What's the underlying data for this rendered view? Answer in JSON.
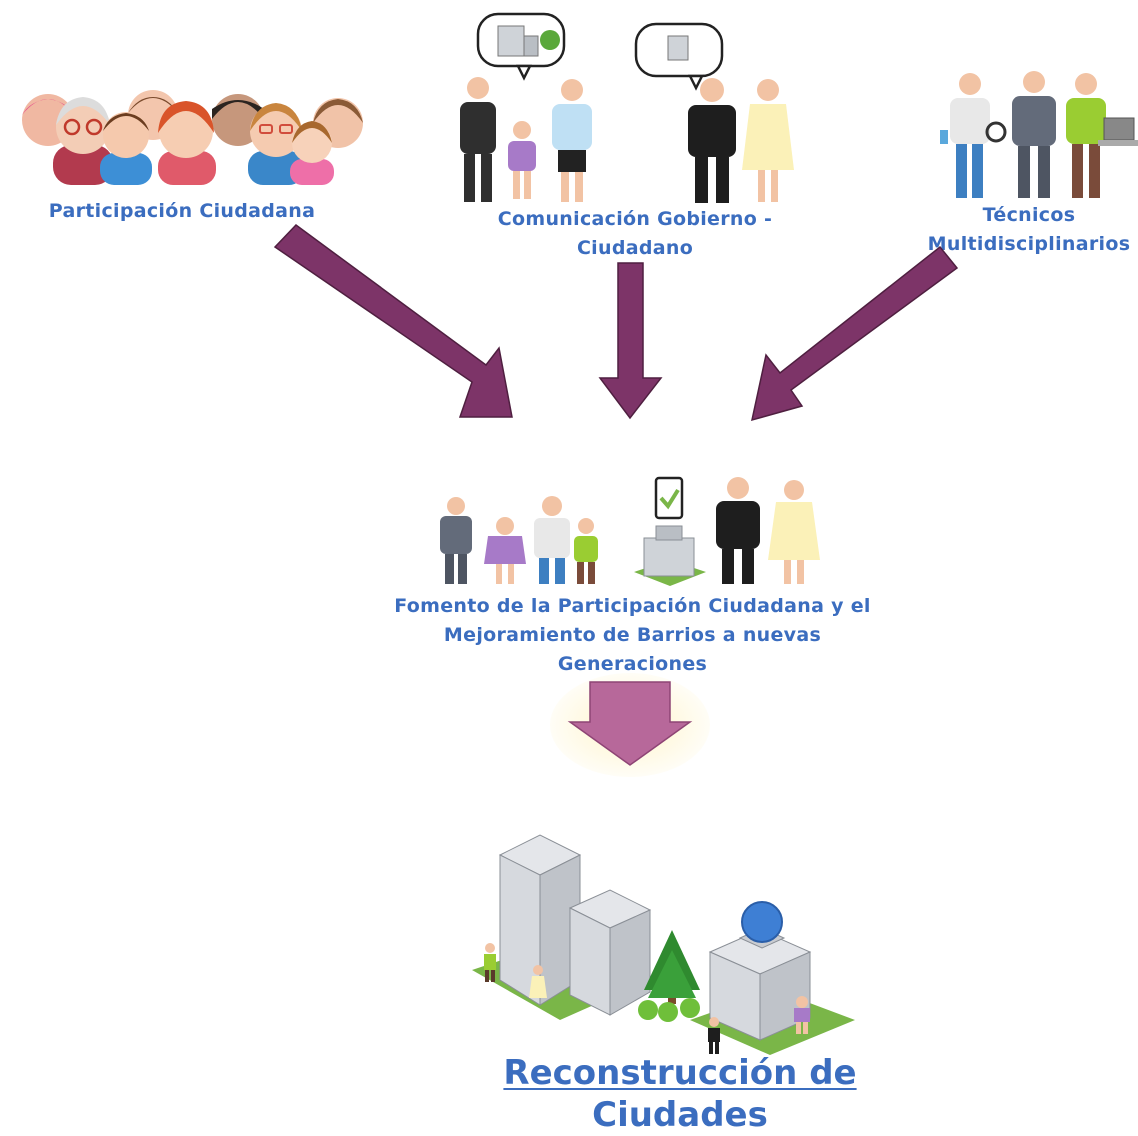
{
  "colors": {
    "label_blue": "#3b6dbf",
    "arrow_purple": "#7d3468",
    "big_arrow_fill": "#b7689a"
  },
  "inputs": [
    {
      "label": "Participación Ciudadana",
      "illustration": "citizen-crowd-icon"
    },
    {
      "label_line1": "Comunicación Gobierno -",
      "label_line2": "Ciudadano",
      "illustration": "government-citizen-dialogue-icon"
    },
    {
      "label_line1": "Técnicos",
      "label_line2": "Multidisciplinarios",
      "illustration": "technicians-team-icon"
    }
  ],
  "middle": {
    "label_line1": "Fomento de la Participación Ciudadana y el",
    "label_line2": "Mejoramiento de Barrios a nuevas",
    "label_line3": "Generaciones",
    "illustration": "families-approved-building-icon"
  },
  "outcome": {
    "label_line1": "Reconstrucción de",
    "label_line2": "Ciudades",
    "illustration": "city-buildings-icon"
  }
}
